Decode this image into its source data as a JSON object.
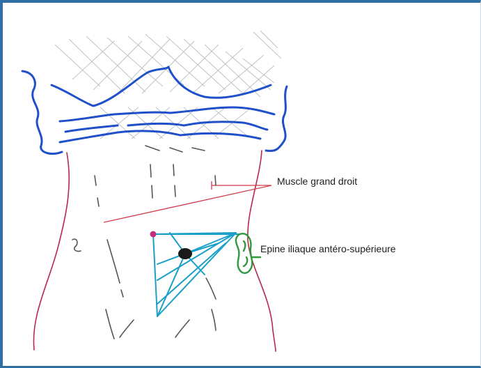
{
  "labels": {
    "muscle": "Muscle grand droit",
    "epine": "Epine iliaque antéro-supérieure"
  },
  "colors": {
    "frame": "#2f6fa3",
    "rib_cage": "#1f4fc9",
    "hatching": "#9aa3ad",
    "body_outline": "#b8284a",
    "muscle_marks": "#555555",
    "leader_muscle": "#d23a4b",
    "triangle": "#1aa0c8",
    "umbilicus": "#1a1a1a",
    "spine_marker": "#2e9a3e",
    "point_marker": "#c0307f"
  },
  "icons": {
    "umbilicus": "filled-dot",
    "reference_point": "magenta-dot"
  }
}
